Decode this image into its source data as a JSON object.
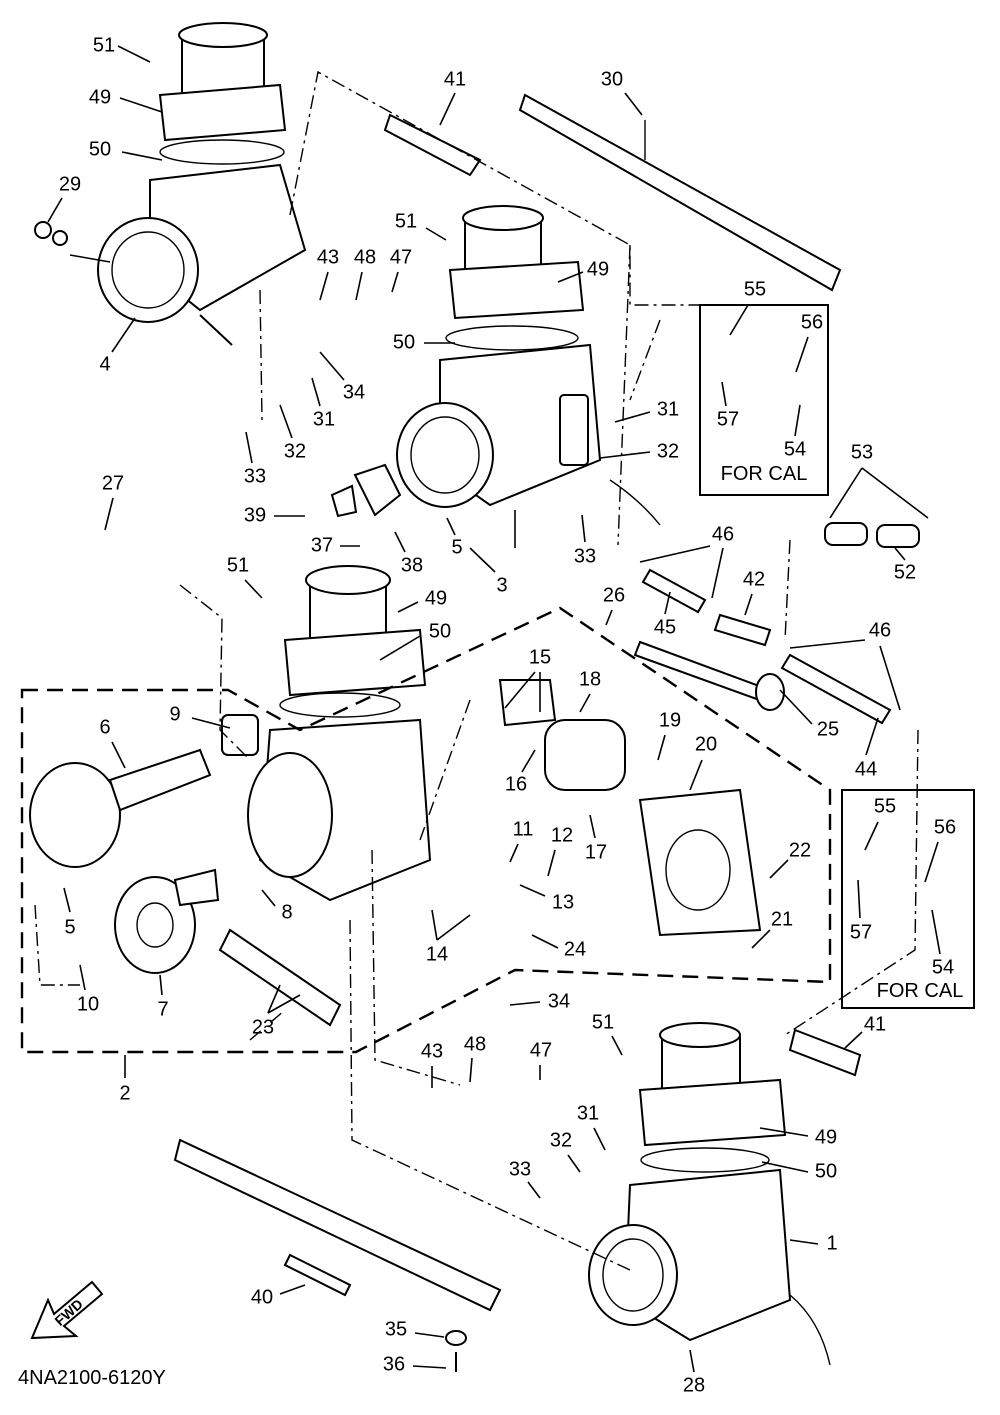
{
  "drawing_code": "4NA2100-6120Y",
  "fwd_label": "FWD",
  "for_cal_label": "FOR CAL",
  "callouts": [
    {
      "id": "c51a",
      "text": "51"
    },
    {
      "id": "c49a",
      "text": "49"
    },
    {
      "id": "c50a",
      "text": "50"
    },
    {
      "id": "c29",
      "text": "29"
    },
    {
      "id": "c4",
      "text": "4"
    },
    {
      "id": "c41a",
      "text": "41"
    },
    {
      "id": "c30",
      "text": "30"
    },
    {
      "id": "c51b",
      "text": "51"
    },
    {
      "id": "c43a",
      "text": "43"
    },
    {
      "id": "c48a",
      "text": "48"
    },
    {
      "id": "c47a",
      "text": "47"
    },
    {
      "id": "c49b",
      "text": "49"
    },
    {
      "id": "c50b",
      "text": "50"
    },
    {
      "id": "c34a",
      "text": "34"
    },
    {
      "id": "c31a",
      "text": "31"
    },
    {
      "id": "c32a",
      "text": "32"
    },
    {
      "id": "c33a",
      "text": "33"
    },
    {
      "id": "c55a",
      "text": "55"
    },
    {
      "id": "c56a",
      "text": "56"
    },
    {
      "id": "c57a",
      "text": "57"
    },
    {
      "id": "c54a",
      "text": "54"
    },
    {
      "id": "c31b",
      "text": "31"
    },
    {
      "id": "c32b",
      "text": "32"
    },
    {
      "id": "c53",
      "text": "53"
    },
    {
      "id": "c39",
      "text": "39"
    },
    {
      "id": "c37",
      "text": "37"
    },
    {
      "id": "c38",
      "text": "38"
    },
    {
      "id": "c5a",
      "text": "5"
    },
    {
      "id": "c3",
      "text": "3"
    },
    {
      "id": "c33b",
      "text": "33"
    },
    {
      "id": "c27",
      "text": "27"
    },
    {
      "id": "c46a",
      "text": "46"
    },
    {
      "id": "c42",
      "text": "42"
    },
    {
      "id": "c52",
      "text": "52"
    },
    {
      "id": "c51c",
      "text": "51"
    },
    {
      "id": "c49c",
      "text": "49"
    },
    {
      "id": "c50c",
      "text": "50"
    },
    {
      "id": "c26",
      "text": "26"
    },
    {
      "id": "c45",
      "text": "45"
    },
    {
      "id": "c46b",
      "text": "46"
    },
    {
      "id": "c15",
      "text": "15"
    },
    {
      "id": "c18",
      "text": "18"
    },
    {
      "id": "c9",
      "text": "9"
    },
    {
      "id": "c6",
      "text": "6"
    },
    {
      "id": "c19",
      "text": "19"
    },
    {
      "id": "c25",
      "text": "25"
    },
    {
      "id": "c44",
      "text": "44"
    },
    {
      "id": "c16",
      "text": "16"
    },
    {
      "id": "c20",
      "text": "20"
    },
    {
      "id": "c55b",
      "text": "55"
    },
    {
      "id": "c56b",
      "text": "56"
    },
    {
      "id": "c11",
      "text": "11"
    },
    {
      "id": "c12",
      "text": "12"
    },
    {
      "id": "c22",
      "text": "22"
    },
    {
      "id": "c17",
      "text": "17"
    },
    {
      "id": "c13",
      "text": "13"
    },
    {
      "id": "c5b",
      "text": "5"
    },
    {
      "id": "c8",
      "text": "8"
    },
    {
      "id": "c57b",
      "text": "57"
    },
    {
      "id": "c21",
      "text": "21"
    },
    {
      "id": "c14",
      "text": "14"
    },
    {
      "id": "c24",
      "text": "24"
    },
    {
      "id": "c54b",
      "text": "54"
    },
    {
      "id": "c10",
      "text": "10"
    },
    {
      "id": "c7",
      "text": "7"
    },
    {
      "id": "c23",
      "text": "23"
    },
    {
      "id": "c34b",
      "text": "34"
    },
    {
      "id": "c41b",
      "text": "41"
    },
    {
      "id": "c51d",
      "text": "51"
    },
    {
      "id": "c43b",
      "text": "43"
    },
    {
      "id": "c48b",
      "text": "48"
    },
    {
      "id": "c47b",
      "text": "47"
    },
    {
      "id": "c2",
      "text": "2"
    },
    {
      "id": "c31c",
      "text": "31"
    },
    {
      "id": "c49d",
      "text": "49"
    },
    {
      "id": "c32c",
      "text": "32"
    },
    {
      "id": "c33c",
      "text": "33"
    },
    {
      "id": "c50d",
      "text": "50"
    },
    {
      "id": "c1",
      "text": "1"
    },
    {
      "id": "c40",
      "text": "40"
    },
    {
      "id": "c35",
      "text": "35"
    },
    {
      "id": "c36",
      "text": "36"
    },
    {
      "id": "c28",
      "text": "28"
    }
  ]
}
